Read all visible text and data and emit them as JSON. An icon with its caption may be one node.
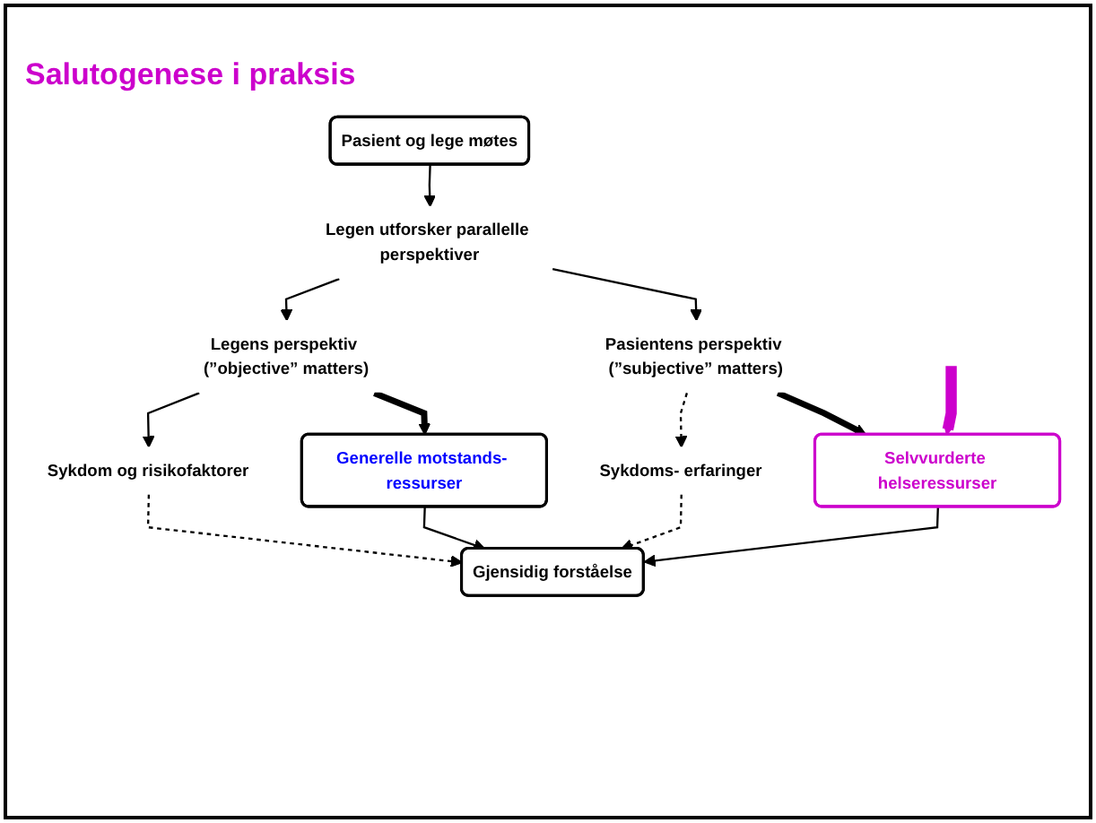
{
  "diagram": {
    "title": "Salutogenese i praksis",
    "nodes": [
      {
        "text": [
          "Pasient og lege møtes"
        ]
      },
      {
        "text": [
          "Legen utforsker parallelle perspektiver"
        ]
      },
      {
        "text": [
          "Legens perspektiv (”objective” matters)"
        ]
      },
      {
        "text": [
          "Pasientens perspektiv (”subjective” matters)"
        ]
      },
      {
        "text": [
          "Sykdom og risikofaktorer"
        ]
      },
      {
        "text": [
          "Generelle motstands- ressurser"
        ]
      },
      {
        "text": [
          "Sykdoms- erfaringer"
        ]
      },
      {
        "text": [
          "Selvvurderte helseressurser"
        ]
      },
      {
        "text": [
          "Gjensidig forståelse"
        ]
      }
    ],
    "edges": [
      {
        "from": 0,
        "to": 1,
        "arrow": "to"
      },
      {
        "from": 1,
        "to": 2,
        "arrow": "to"
      },
      {
        "from": 1,
        "to": 3,
        "arrow": "to"
      },
      {
        "from": 2,
        "to": 4,
        "arrow": "to"
      },
      {
        "from": 2,
        "to": 5,
        "arrow": "to",
        "style": "thick"
      },
      {
        "from": 3,
        "to": 6,
        "arrow": "to",
        "style": "dashed"
      },
      {
        "from": 3,
        "to": 7,
        "arrow": "to",
        "style": "thick"
      },
      {
        "from": 4,
        "to": 8,
        "arrow": "to",
        "style": "dashed"
      },
      {
        "from": 5,
        "to": 8,
        "arrow": "to"
      },
      {
        "from": 6,
        "to": 8,
        "arrow": "to",
        "style": "dashed"
      },
      {
        "from": 7,
        "to": 8,
        "arrow": "to"
      },
      {
        "from": null,
        "to": 7,
        "arrow": "to",
        "style": "thick",
        "color": "#cc00cc"
      }
    ]
  }
}
